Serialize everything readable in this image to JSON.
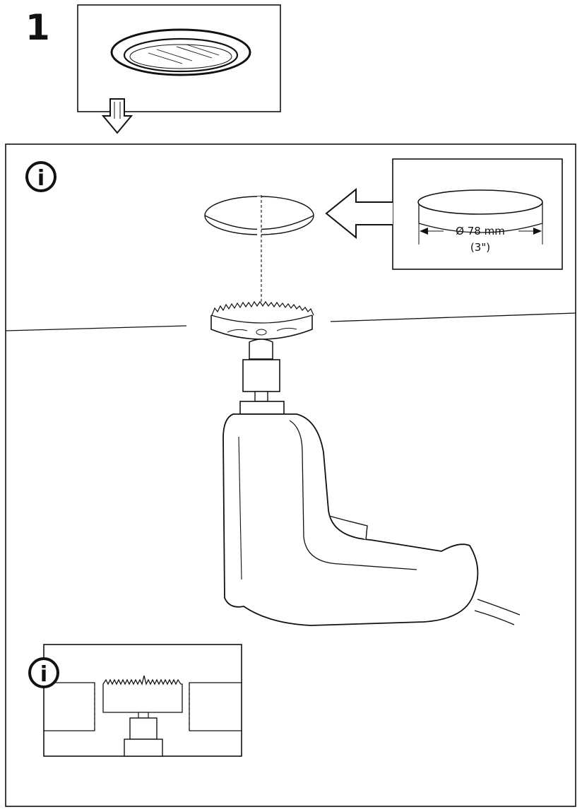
{
  "step": {
    "number": "1"
  },
  "info_icon_glyph": "i",
  "hole_size": {
    "diameter": "Ø 78 mm",
    "inches": "(3\")"
  },
  "icons": {
    "info": "info-icon",
    "down_arrow": "down-arrow-icon",
    "left_arrow": "left-arrow-icon"
  }
}
